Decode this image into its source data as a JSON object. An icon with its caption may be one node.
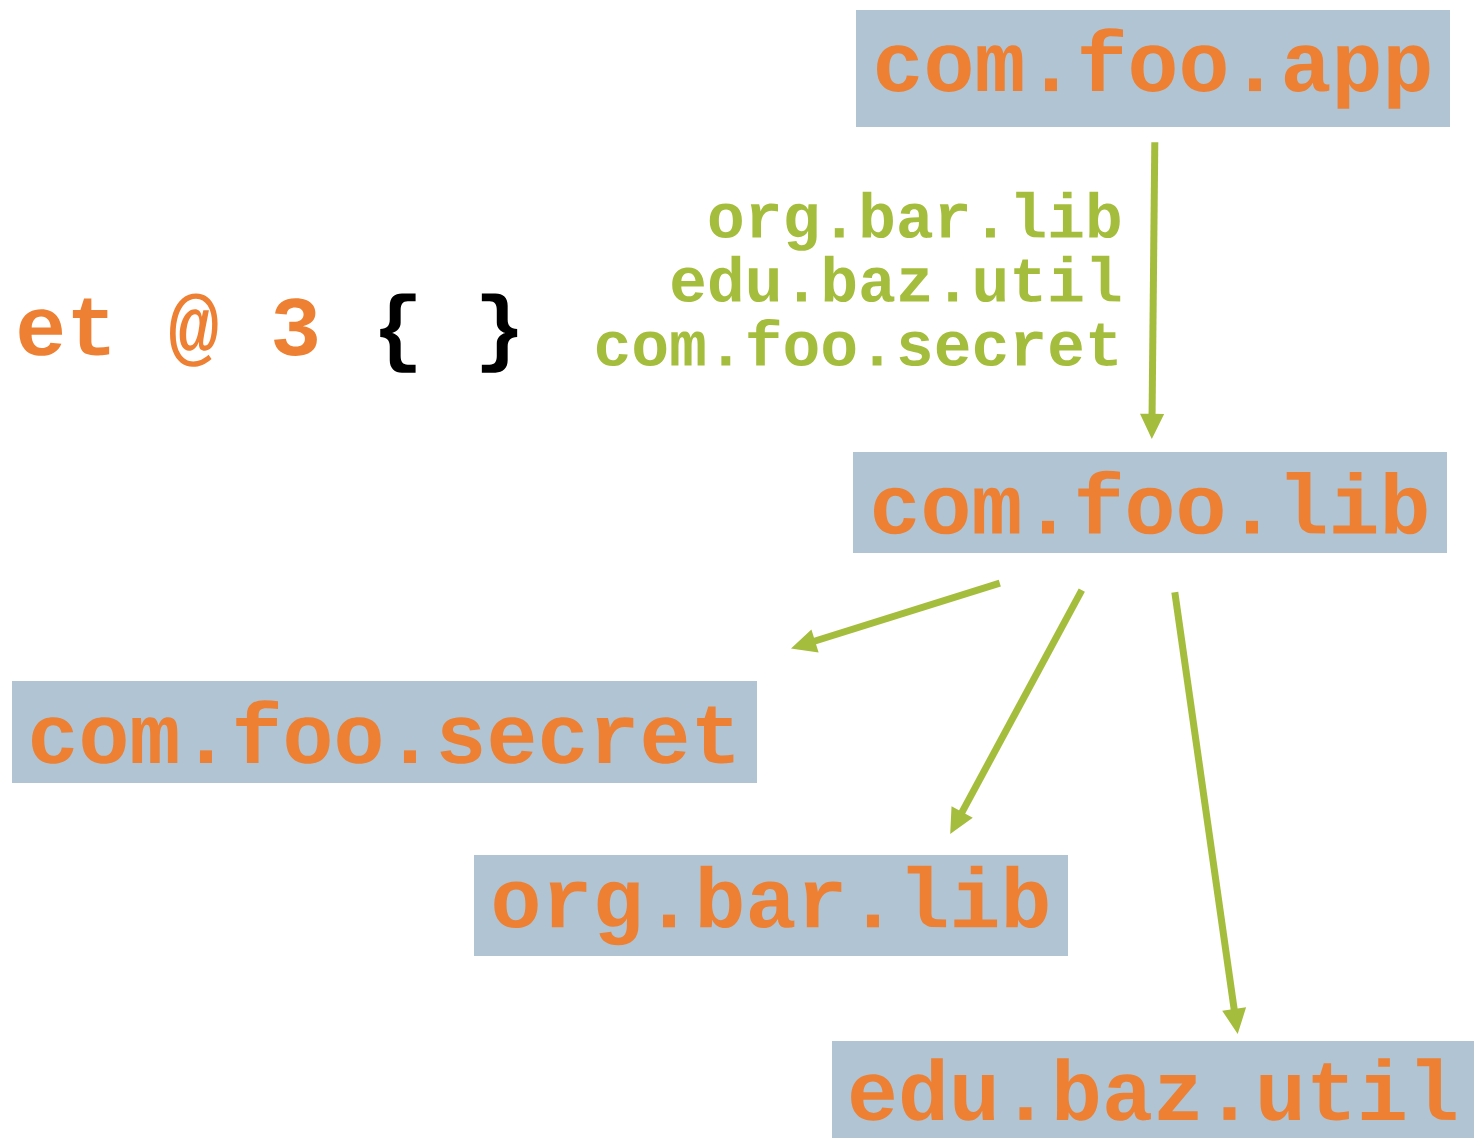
{
  "diagram": {
    "nodes": [
      {
        "text": [
          "com.foo.app"
        ]
      },
      {
        "text": [
          "com.foo.lib"
        ]
      },
      {
        "text": [
          "com.foo.secret"
        ]
      },
      {
        "text": [
          "org.bar.lib"
        ]
      },
      {
        "text": [
          "edu.baz.util"
        ]
      }
    ],
    "edges": [
      {
        "from": 0,
        "to": 1,
        "arrow": "to",
        "label": "org.bar.lib edu.baz.util com.foo.secret"
      },
      {
        "from": 1,
        "to": 2,
        "arrow": "to"
      },
      {
        "from": 1,
        "to": 3,
        "arrow": "to"
      },
      {
        "from": 1,
        "to": 4,
        "arrow": "to"
      }
    ],
    "labels": [
      "et @ 3",
      "{ }"
    ]
  }
}
